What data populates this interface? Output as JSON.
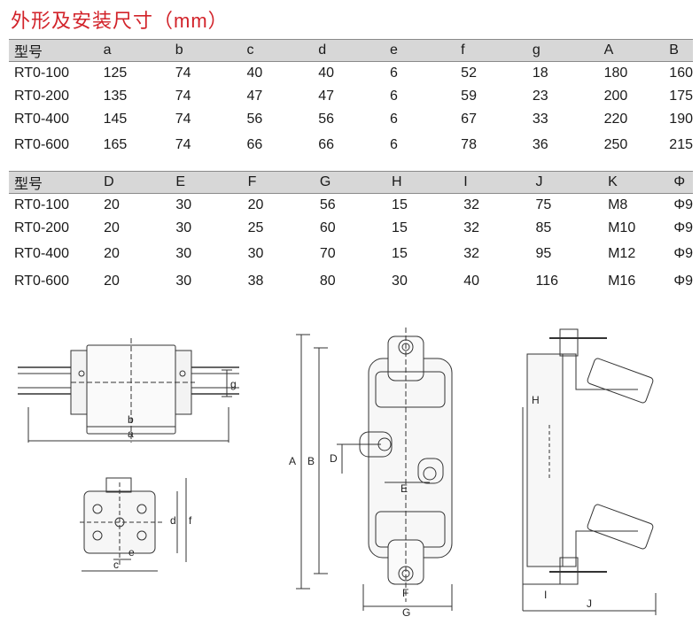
{
  "title": "外形及安装尺寸（mm）",
  "table1": {
    "headers": [
      "型号",
      "a",
      "b",
      "c",
      "d",
      "e",
      "f",
      "g",
      "A",
      "B"
    ],
    "rows": [
      [
        "RT0-100",
        "125",
        "74",
        "40",
        "40",
        "6",
        "52",
        "18",
        "180",
        "160"
      ],
      [
        "RT0-200",
        "135",
        "74",
        "47",
        "47",
        "6",
        "59",
        "23",
        "200",
        "175"
      ],
      [
        "RT0-400",
        "145",
        "74",
        "56",
        "56",
        "6",
        "67",
        "33",
        "220",
        "190"
      ],
      [
        "RT0-600",
        "165",
        "74",
        "66",
        "66",
        "6",
        "78",
        "36",
        "250",
        "215"
      ]
    ]
  },
  "table2": {
    "headers": [
      "型号",
      "D",
      "E",
      "F",
      "G",
      "H",
      "I",
      "J",
      "K",
      "Φ"
    ],
    "rows": [
      [
        "RT0-100",
        "20",
        "30",
        "20",
        "56",
        "15",
        "32",
        "75",
        "M8",
        "Φ9"
      ],
      [
        "RT0-200",
        "20",
        "30",
        "25",
        "60",
        "15",
        "32",
        "85",
        "M10",
        "Φ9"
      ],
      [
        "RT0-400",
        "20",
        "30",
        "30",
        "70",
        "15",
        "32",
        "95",
        "M12",
        "Φ9"
      ],
      [
        "RT0-600",
        "20",
        "30",
        "38",
        "80",
        "30",
        "40",
        "116",
        "M16",
        "Φ9"
      ]
    ]
  },
  "drawing_labels": {
    "side_view": [
      "g",
      "b",
      "a"
    ],
    "end_view": [
      "d",
      "f",
      "e",
      "c"
    ],
    "front_view": [
      "A",
      "B",
      "D",
      "E",
      "F",
      "G"
    ],
    "profile_view": [
      "H",
      "I",
      "J"
    ]
  }
}
